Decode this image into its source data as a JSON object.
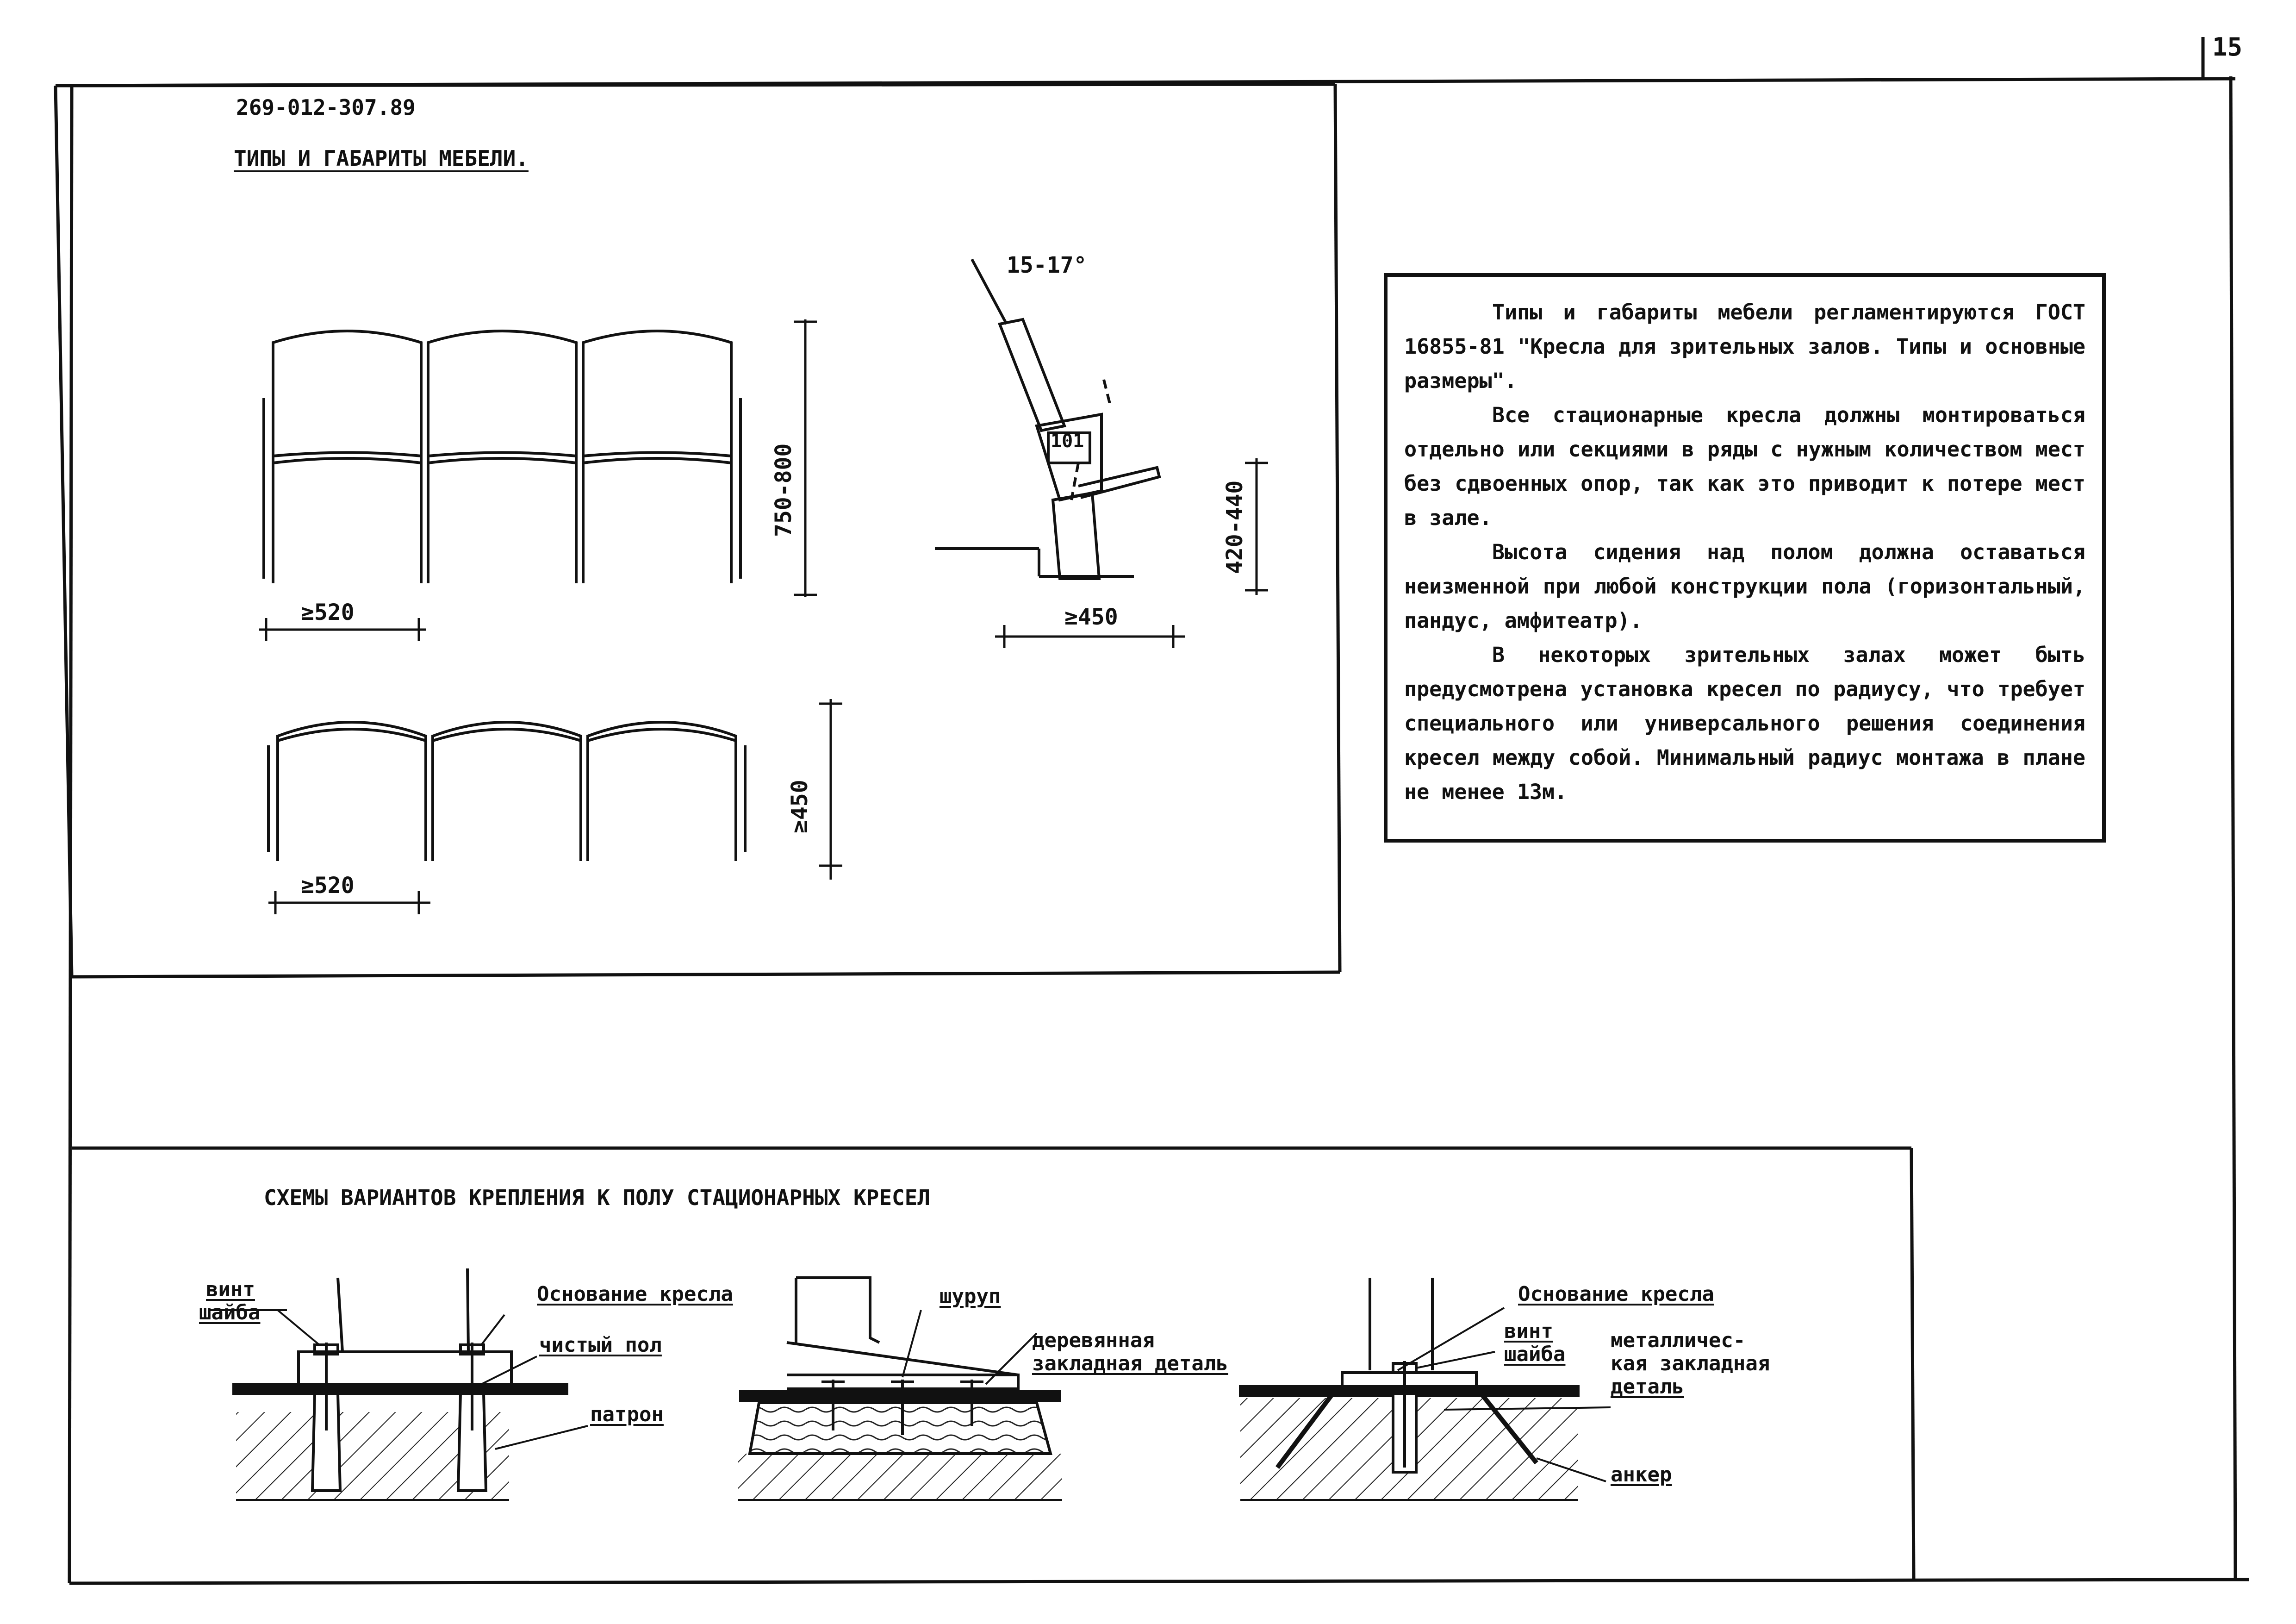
{
  "page_number": "15",
  "doc_code": "269-012-307.89",
  "section1_title": "ТИПЫ И ГАБАРИТЫ МЕБЕЛИ.",
  "dims": {
    "front_width": "≥520",
    "front_height": "750-800",
    "plan_width": "≥520",
    "plan_depth": "≥450",
    "side_angle": "15-17°",
    "side_seat_height": "420-440",
    "side_depth": "≥450",
    "side_mark": "101"
  },
  "text_block": {
    "paragraphs": [
      "Типы и габариты мебели регламентируются ГОСТ 16855-81 \"Кресла для зрительных залов. Типы и основные размеры\".",
      "Все стационарные кресла должны монтироваться отдельно или секциями в ряды с нужным количеством мест без сдвоенных опор, так как это приводит к потере мест в зале.",
      "Высота сидения над полом должна оставаться неизменной при любой конструкции пола (горизонтальный, пандус, амфитеатр).",
      "В некоторых зрительных залах может быть предусмотрена установка кресел по радиусу, что требует специального или универсального решения соединения кресел между собой. Минимальный радиус монтажа в плане не менее 13м."
    ]
  },
  "section2_title": "СХЕМЫ ВАРИАНТОВ КРЕПЛЕНИЯ К ПОЛУ СТАЦИОНАРНЫХ КРЕСЕЛ",
  "scheme1": {
    "screw": "винт",
    "washer": "шайба",
    "base": "Основание кресла",
    "floor": "чистый пол",
    "cartridge": "патрон"
  },
  "scheme2": {
    "wood_screw": "шуруп",
    "wood_insert_1": "деревянная",
    "wood_insert_2": "закладная деталь"
  },
  "scheme3": {
    "base": "Основание кресла",
    "screw": "винт",
    "washer": "шайба",
    "metal_1": "металличес-",
    "metal_2": "кая закладная",
    "metal_3": "деталь",
    "anchor": "анкер"
  }
}
